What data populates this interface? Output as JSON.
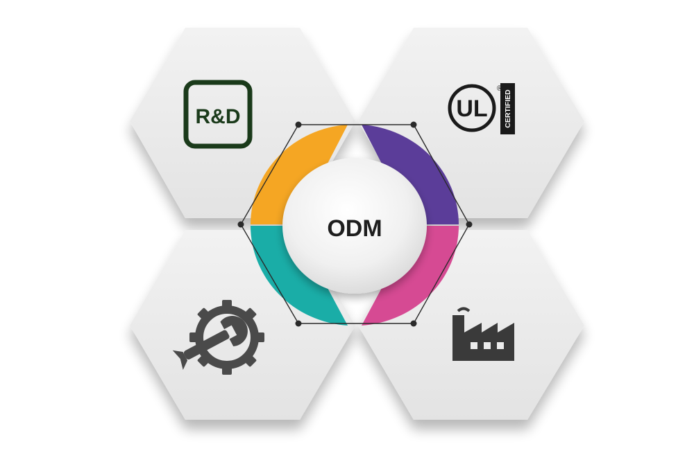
{
  "center": {
    "label": "ODM"
  },
  "tiles": [
    {
      "name": "rnd",
      "icon": "rnd-badge-icon",
      "badge_text": "R&D"
    },
    {
      "name": "ul",
      "icon": "ul-certified-icon",
      "mark_text": "UL",
      "side_text": "CERTIFIED",
      "registered": "®"
    },
    {
      "name": "service",
      "icon": "wrench-gear-icon"
    },
    {
      "name": "factory",
      "icon": "factory-icon"
    }
  ],
  "colors": {
    "background": "#ffffff",
    "hex_fill": "#ececec",
    "outline": "#2a2a2a",
    "icon_dark": "#4a4a4a",
    "rnd_green": "#1a3a1a",
    "orange": "#f5a623",
    "purple": "#5b3d99",
    "magenta": "#d64a93",
    "teal": "#1aada7"
  }
}
